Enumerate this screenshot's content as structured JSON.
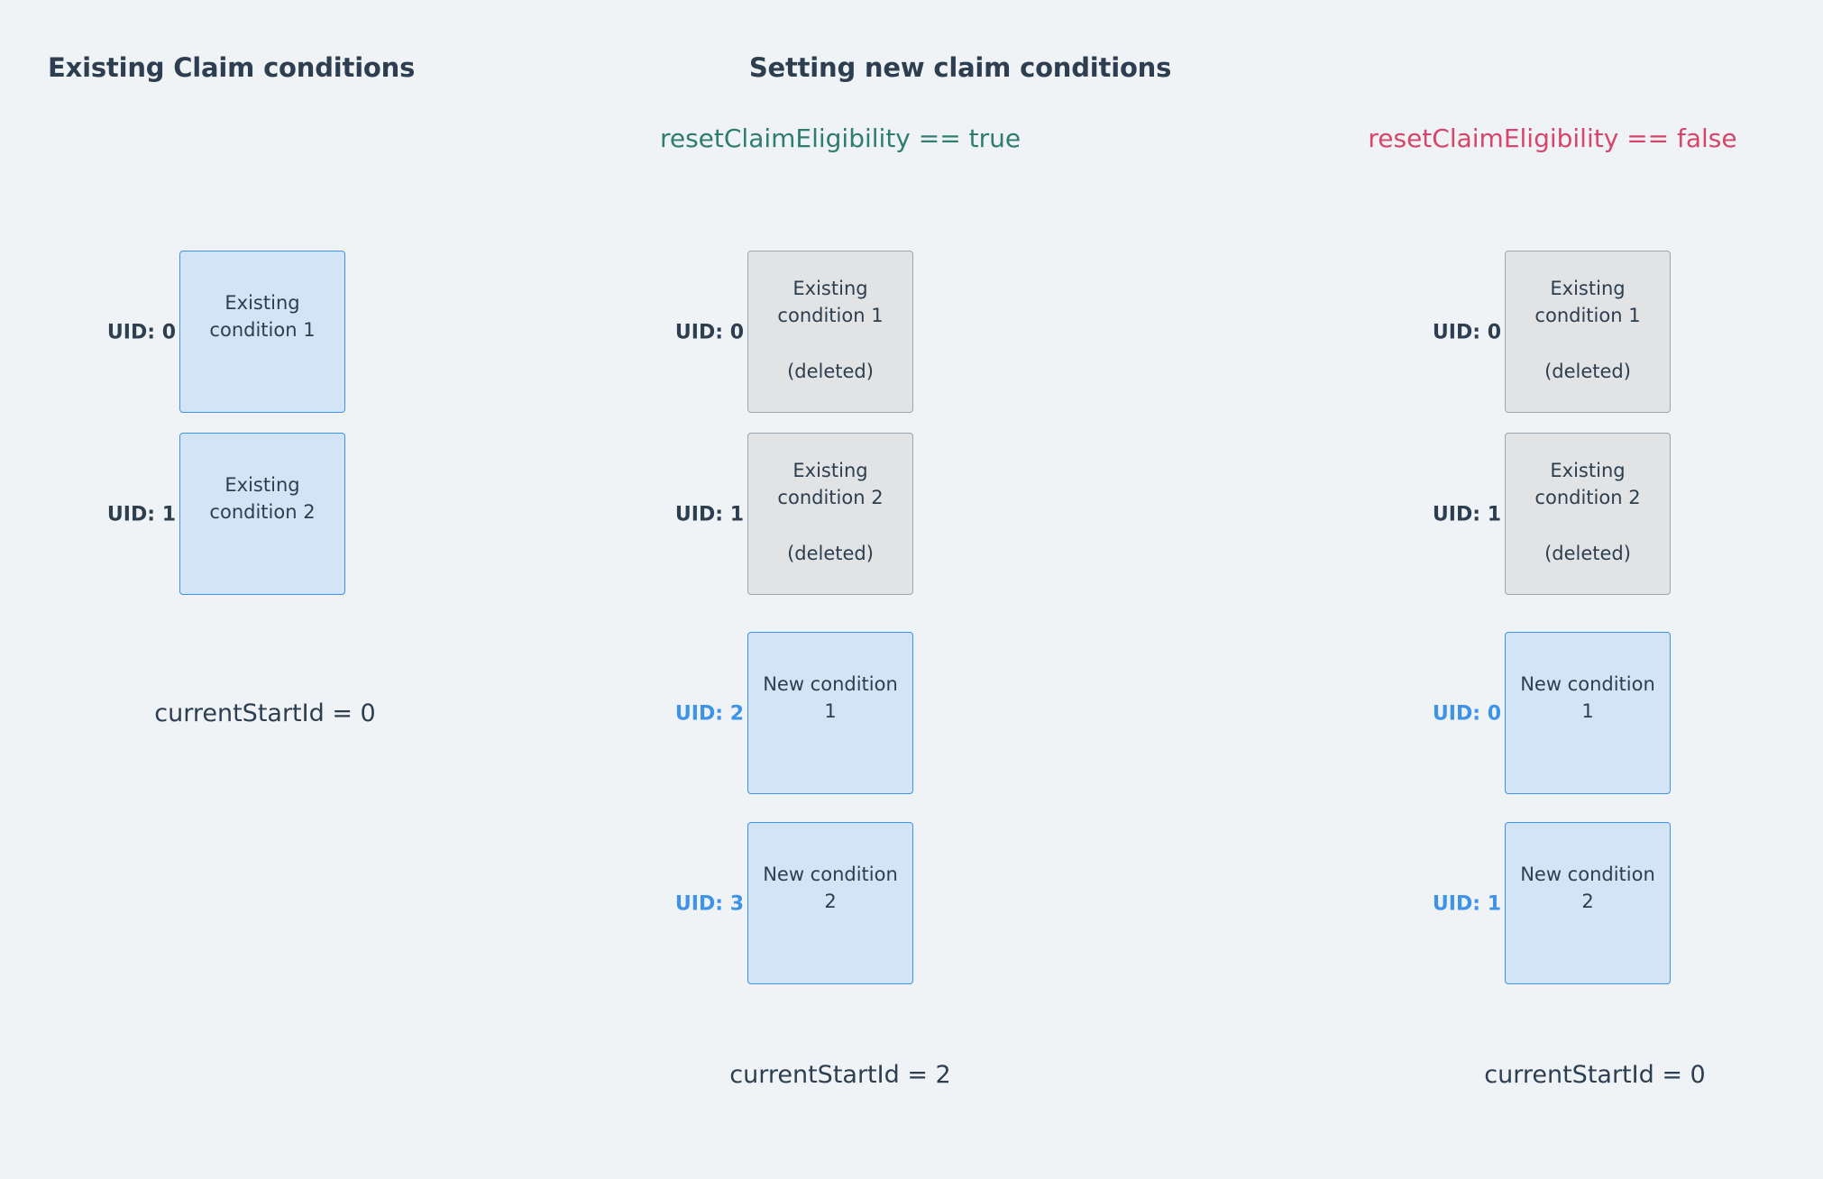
{
  "background_color": "#eff3f6",
  "colors": {
    "text_dark": "#2c3e50",
    "accent_blue": "#3d93e8",
    "box_blue_fill": "#d3e4f7",
    "box_gray_fill": "#e1e3e4",
    "box_gray_border": "#9aa7b0",
    "expr_true_green": "#2e7d6e",
    "expr_false_red": "#d8456a"
  },
  "headings": {
    "existing": "Existing Claim conditions",
    "setting": "Setting new claim conditions"
  },
  "expressions": {
    "reset_true": "resetClaimEligibility == true",
    "reset_false": "resetClaimEligibility == false"
  },
  "columns": [
    {
      "id": "existing",
      "rows": [
        {
          "uid": "UID: 0",
          "uid_style": "existing",
          "box_style": "blue",
          "title": "Existing condition 1",
          "note": ""
        },
        {
          "uid": "UID: 1",
          "uid_style": "existing",
          "box_style": "blue",
          "title": "Existing condition 2",
          "note": ""
        }
      ],
      "footer": "currentStartId = 0"
    },
    {
      "id": "reset-true",
      "rows": [
        {
          "uid": "UID: 0",
          "uid_style": "existing",
          "box_style": "gray",
          "title": "Existing condition 1",
          "note": "(deleted)"
        },
        {
          "uid": "UID: 1",
          "uid_style": "existing",
          "box_style": "gray",
          "title": "Existing condition 2",
          "note": "(deleted)"
        },
        {
          "uid": "UID: 2",
          "uid_style": "new",
          "box_style": "blue",
          "title": "New condition 1",
          "note": ""
        },
        {
          "uid": "UID: 3",
          "uid_style": "new",
          "box_style": "blue",
          "title": "New condition 2",
          "note": ""
        }
      ],
      "footer": "currentStartId = 2"
    },
    {
      "id": "reset-false",
      "rows": [
        {
          "uid": "UID: 0",
          "uid_style": "existing",
          "box_style": "gray",
          "title": "Existing condition 1",
          "note": "(deleted)"
        },
        {
          "uid": "UID: 1",
          "uid_style": "existing",
          "box_style": "gray",
          "title": "Existing condition 2",
          "note": "(deleted)"
        },
        {
          "uid": "UID: 0",
          "uid_style": "new",
          "box_style": "blue",
          "title": "New condition 1",
          "note": ""
        },
        {
          "uid": "UID: 1",
          "uid_style": "new",
          "box_style": "blue",
          "title": "New condition 2",
          "note": ""
        }
      ],
      "footer": "currentStartId = 0"
    }
  ]
}
